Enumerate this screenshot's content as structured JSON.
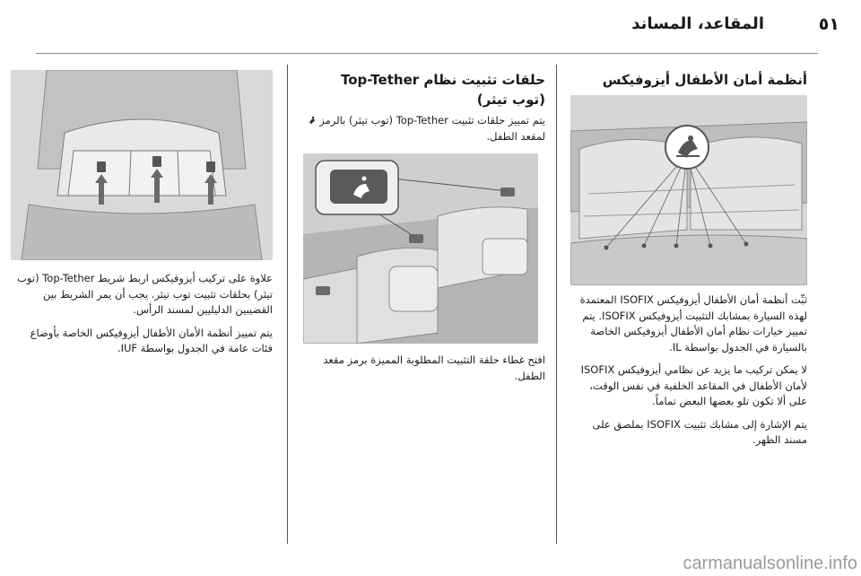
{
  "header": {
    "page_number": "٥١",
    "section_title": "المقاعد، المساند"
  },
  "isofix": {
    "heading": "أنظمة أمان الأطفال أيزوفيكس",
    "paragraphs": [
      "ثبِّت أنظمة أمان الأطفال أيزوفيكس ISOFIX المعتمدة لهذه السيارة بمشابك التثبيت أيزوفيكس ISOFIX. يتم تمييز خيارات نظام أمان الأطفال أيزوفيكس الخاصة بالسيارة في الجدول بواسطة IL.",
      "لا يمكن تركيب ما يزيد عن نظامي أيزوفيكس ISOFIX لأمان الأطفال في المقاعد الخلفية في نفس الوقت، على ألا تكون تلو بعضها البعض تماماً.",
      "يتم الإشارة إلى مشابك تثبيت ISOFIX بملصق على مسند الظهر."
    ]
  },
  "tether": {
    "heading_line1": "حلقات تثبيت نظام Top-Tether",
    "heading_line2": "(توب تيثر)",
    "intro": "يتم تمييز حلقات تثبيت Top-Tether (توب تيثر) بالرمز",
    "intro_end": "لمقعد الطفل.",
    "caption": "افتح غطاء حلقة التثبيت المطلوبة المميزة برمز مقعد الطفل."
  },
  "left": {
    "paragraphs": [
      "علاوة على تركيب أيزوفيكس اربط شريط Top-Tether (توب تيثر) بحلقات تثبيت توب تيثر. يجب أن يمر الشريط بين القضيبين الدليليين لمسند الرأس.",
      "يتم تمييز أنظمة الأمان الأطفال أيزوفيكس الخاصة بأوضاع فئات عامة في الجدول بواسطة IUF."
    ]
  },
  "watermark": "carmanualsonline.info",
  "colors": {
    "figure_bg": "#d9d9d9",
    "figure_line": "#7a7a7a",
    "seat_dark": "#9c9c9c"
  }
}
